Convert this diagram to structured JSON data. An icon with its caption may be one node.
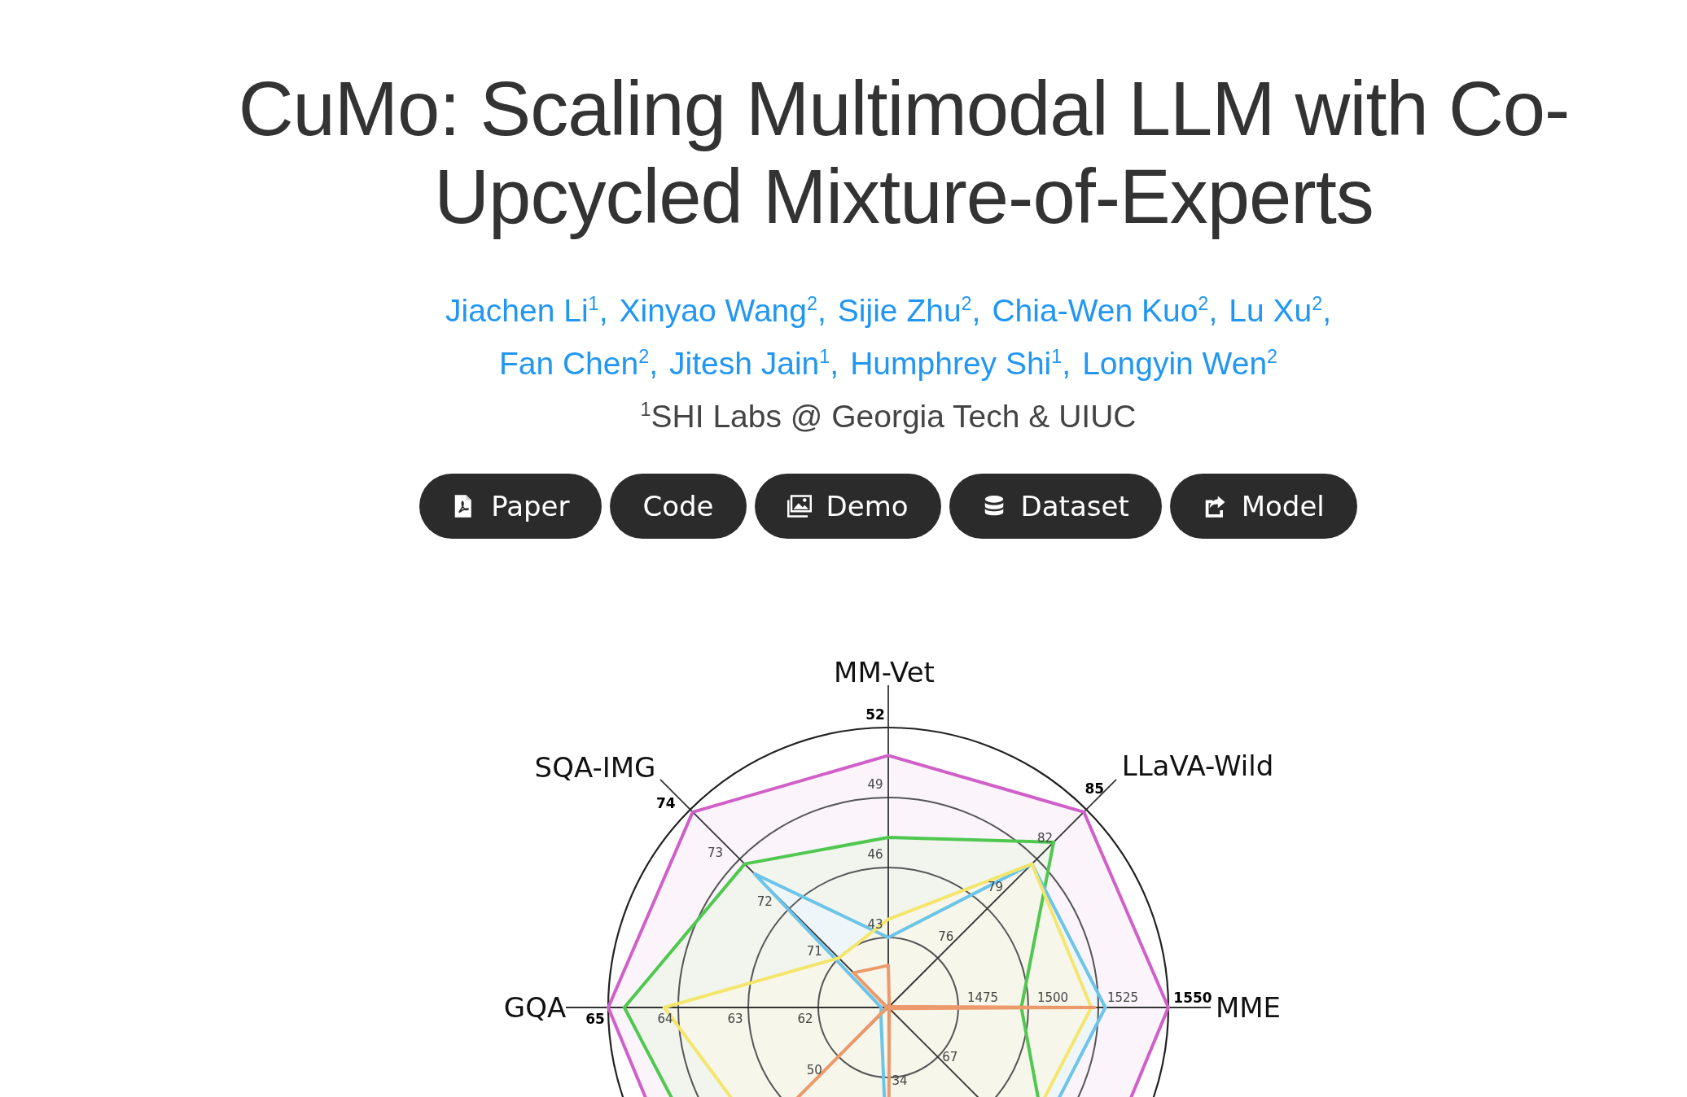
{
  "diagram": {
    "title": "CuMo: Scaling Multimodal LLM with Co-Upcycled Mixture-of-Experts",
    "labels": [
      "Jiachen Li$^{1}$,",
      "Xinyao Wang$^{2}$,",
      "Sijie Zhu$^{2}$,",
      "Chia-Wen Kuo$^{2}$,",
      "Lu Xu$^{2}$,",
      "Fan Chen$^{2}$,",
      "Jitesh Jain$^{1}$,",
      "Humphrey Shi$^{1}$,",
      "Longyin Wen$^{2}$",
      "$^{1}$SHI Labs @ Georgia Tech & UIUC",
      "Paper",
      "Code",
      "Demo",
      "Dataset",
      "Model",
      "MM-Vet",
      "52",
      "49",
      "46",
      "43",
      "SQA-IMG",
      "74",
      "73",
      "72",
      "71",
      "LLaVA-Wild",
      "85",
      "82",
      "79",
      "76",
      "GQA",
      "65",
      "64",
      "63",
      "62",
      "1475",
      "1500",
      "1525",
      "1550",
      "MME",
      "67",
      "34",
      "50"
    ]
  }
}
